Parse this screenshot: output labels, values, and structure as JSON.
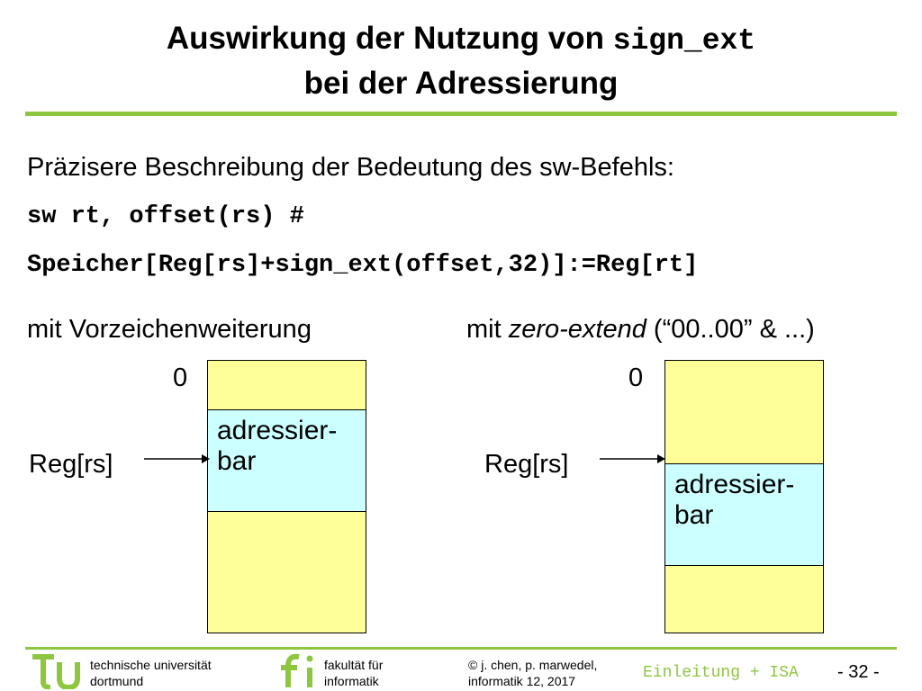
{
  "header": {
    "title_line1_prefix": "Auswirkung der Nutzung von ",
    "title_line1_code": "sign_ext",
    "title_line2": "bei der Adressierung"
  },
  "body": {
    "intro": "Präzisere Beschreibung der Bedeutung des sw-Befehls:",
    "code_line1": "sw rt, offset(rs) #",
    "code_line2": "Speicher[Reg[rs]+sign_ext(offset,32)]:=Reg[rt]"
  },
  "left_diagram": {
    "heading": "mit Vorzeichenweiterung",
    "zero_label": "0",
    "reg_label": "Reg[rs]",
    "block_label_1": "adressier-",
    "block_label_2": "bar"
  },
  "right_diagram": {
    "heading_prefix": "mit ",
    "heading_italic": "zero-extend",
    "heading_suffix": " (“00..00” & ...)",
    "zero_label": "0",
    "reg_label": "Reg[rs]",
    "block_label_1": "adressier-",
    "block_label_2": "bar"
  },
  "footer": {
    "uni_line1": "technische universität",
    "uni_line2": "dortmund",
    "fak_line1": "fakultät für",
    "fak_line2": "informatik",
    "copy_line1": "© j. chen, p. marwedel,",
    "copy_line2": "informatik 12,  2017",
    "section": "Einleitung + ISA",
    "page": "-  32 -"
  },
  "colors": {
    "accent_green": "#8dc63f",
    "memory_yellow": "#ffff99",
    "address_cyan": "#ccffff"
  }
}
